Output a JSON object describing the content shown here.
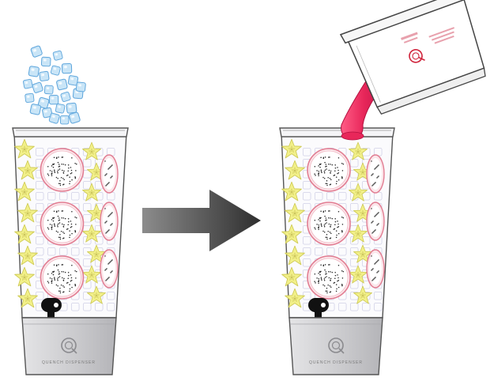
{
  "colors": {
    "starfruit": "#f2f08a",
    "starfruit_stroke": "#d7d35a",
    "dragonfruit_rind": "#e8899a",
    "dragonfruit_flesh": "#ffffff",
    "seed": "#222222",
    "ice": "#b9dcf3",
    "ice_stroke": "#6fb1e0",
    "concentrate": "#e8275a",
    "dispenser_base": "#cfcfd1",
    "arrow_dark": "#3a3a3a",
    "arrow_light": "#8c8c8c",
    "outline": "#4a4a4a",
    "brand": "#d0243c"
  },
  "icons": {
    "arrow": "right-arrow-icon",
    "logo": "q-brand-logo-icon",
    "spigot": "spigot-icon"
  },
  "dispensers": [
    {
      "id": "left",
      "step": "add-ice",
      "base_label": "QUENCH DISPENSER"
    },
    {
      "id": "right",
      "step": "pour-concentrate",
      "base_label": "QUENCH DISPENSER"
    }
  ]
}
